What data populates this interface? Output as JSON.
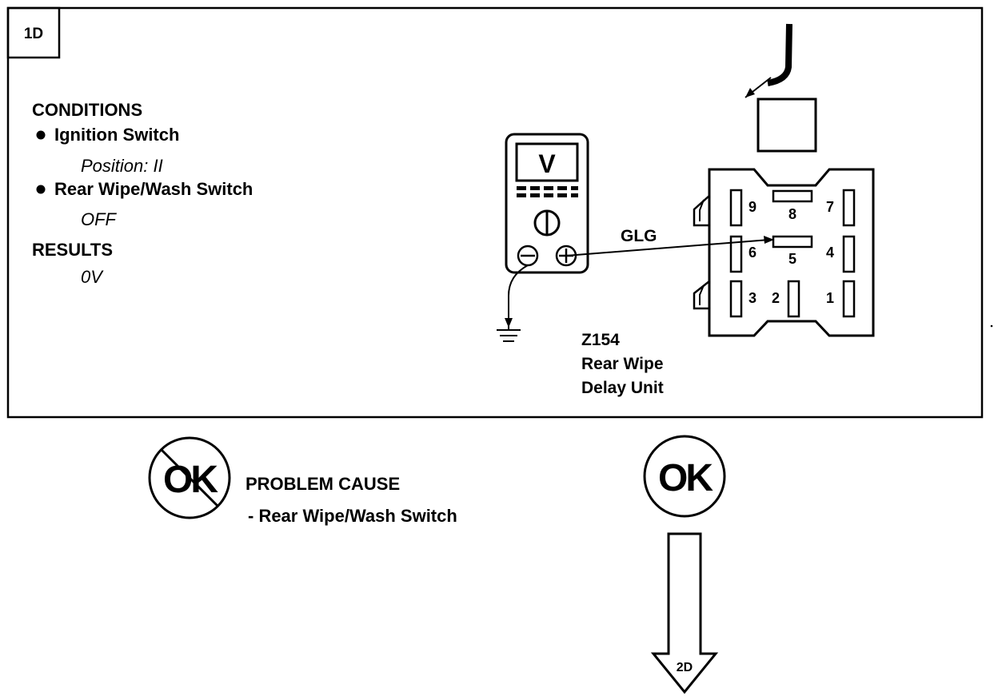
{
  "step": {
    "id": "1D"
  },
  "conditions": {
    "heading": "CONDITIONS",
    "items": [
      {
        "label": "Ignition Switch",
        "value": "Position: II"
      },
      {
        "label": "Rear Wipe/Wash Switch",
        "value": "OFF"
      }
    ]
  },
  "results": {
    "heading": "RESULTS",
    "value": "0V"
  },
  "meter": {
    "display": "V"
  },
  "wire": {
    "label": "GLG"
  },
  "component": {
    "code": "Z154",
    "name_line1": "Rear Wipe",
    "name_line2": "Delay Unit",
    "pins": [
      "9",
      "8",
      "7",
      "6",
      "5",
      "4",
      "3",
      "2",
      "1"
    ]
  },
  "outcomes": {
    "not_ok": {
      "badge": "OK",
      "heading": "PROBLEM CAUSE",
      "cause": "-  Rear Wipe/Wash Switch"
    },
    "ok": {
      "badge": "OK",
      "next_step": "2D"
    }
  }
}
